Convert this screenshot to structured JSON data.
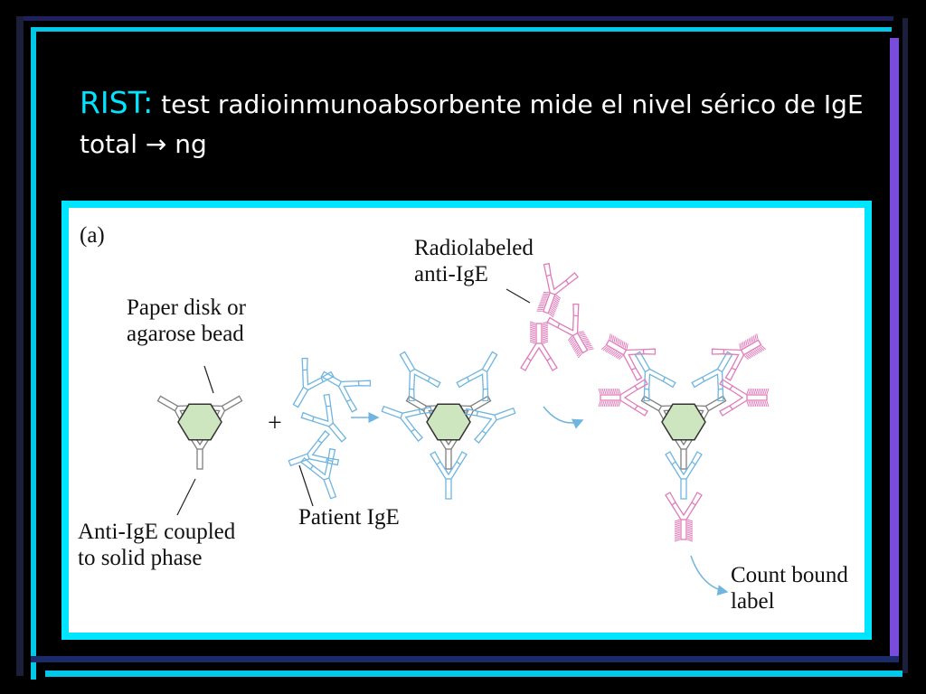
{
  "slide": {
    "title_lead": "RIST:",
    "title_rest": " test radioinmunoabsorbente mide el nivel sérico de IgE total → ng"
  },
  "figure": {
    "panel_label": "(a)",
    "label_bead": "Paper disk or\nagarose bead",
    "label_coupled": "Anti-IgE coupled\nto solid phase",
    "plus_sign": "+",
    "label_patient": "Patient IgE",
    "label_radio": "Radiolabeled\nanti-IgE",
    "label_count": "Count bound\nlabel"
  },
  "colors": {
    "background": "#000000",
    "title_accent": "#00e5ff",
    "frame": "#00e5ff",
    "bead_fill": "#cde6c0",
    "antibody_gray": "#7f7f7f",
    "ige_blue": "#6fb5e0",
    "radiolabel_pink": "#e07bb9"
  }
}
